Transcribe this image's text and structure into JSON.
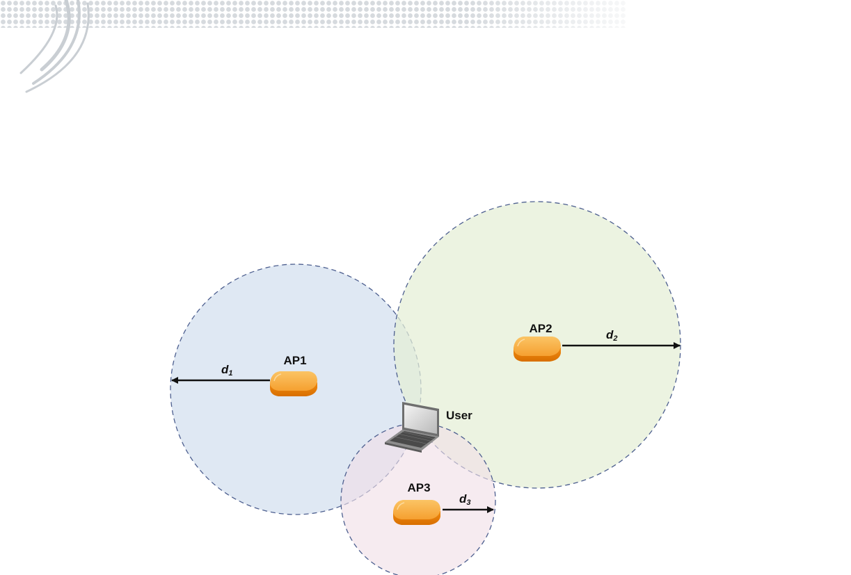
{
  "diagram": {
    "access_points": [
      {
        "label": "AP1",
        "distance_symbol": "d",
        "distance_index": "1",
        "zone_color": "#dbe5f2"
      },
      {
        "label": "AP2",
        "distance_symbol": "d",
        "distance_index": "2",
        "zone_color": "#e4eed6"
      },
      {
        "label": "AP3",
        "distance_symbol": "d",
        "distance_index": "3",
        "zone_color": "#f1dfe6"
      }
    ],
    "user": {
      "label": "User"
    },
    "colors": {
      "zone_border": "#4d5f8f",
      "router_body": "#f2941e",
      "router_top": "#f8b24a",
      "arrow": "#111111",
      "header_dots": "#d4d8dd"
    },
    "icons": [
      "router-icon",
      "laptop-icon"
    ]
  }
}
